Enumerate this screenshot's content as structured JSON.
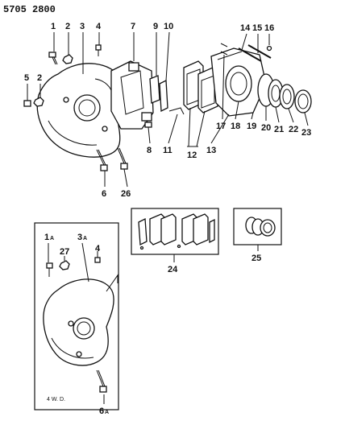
{
  "header": {
    "code": "5705  2800"
  },
  "callouts": {
    "c1": "1",
    "c2": "2",
    "c3": "3",
    "c4": "4",
    "c5": "5",
    "c2b": "2",
    "c6": "6",
    "c7": "7",
    "c8": "8",
    "c9": "9",
    "c10": "10",
    "c11": "11",
    "c12": "12",
    "c13": "13",
    "c14": "14",
    "c15": "15",
    "c16": "16",
    "c17": "17",
    "c18": "18",
    "c19": "19",
    "c20": "20",
    "c21": "21",
    "c22": "22",
    "c23": "23",
    "c24": "24",
    "c25": "25",
    "c26": "26",
    "c1a": "1",
    "c1a_sub": "A",
    "c27": "27",
    "c3a": "3",
    "c3a_sub": "A",
    "c4b": "4",
    "c6a": "6",
    "c6a_sub": "A"
  },
  "inset_note": "4 W. D."
}
